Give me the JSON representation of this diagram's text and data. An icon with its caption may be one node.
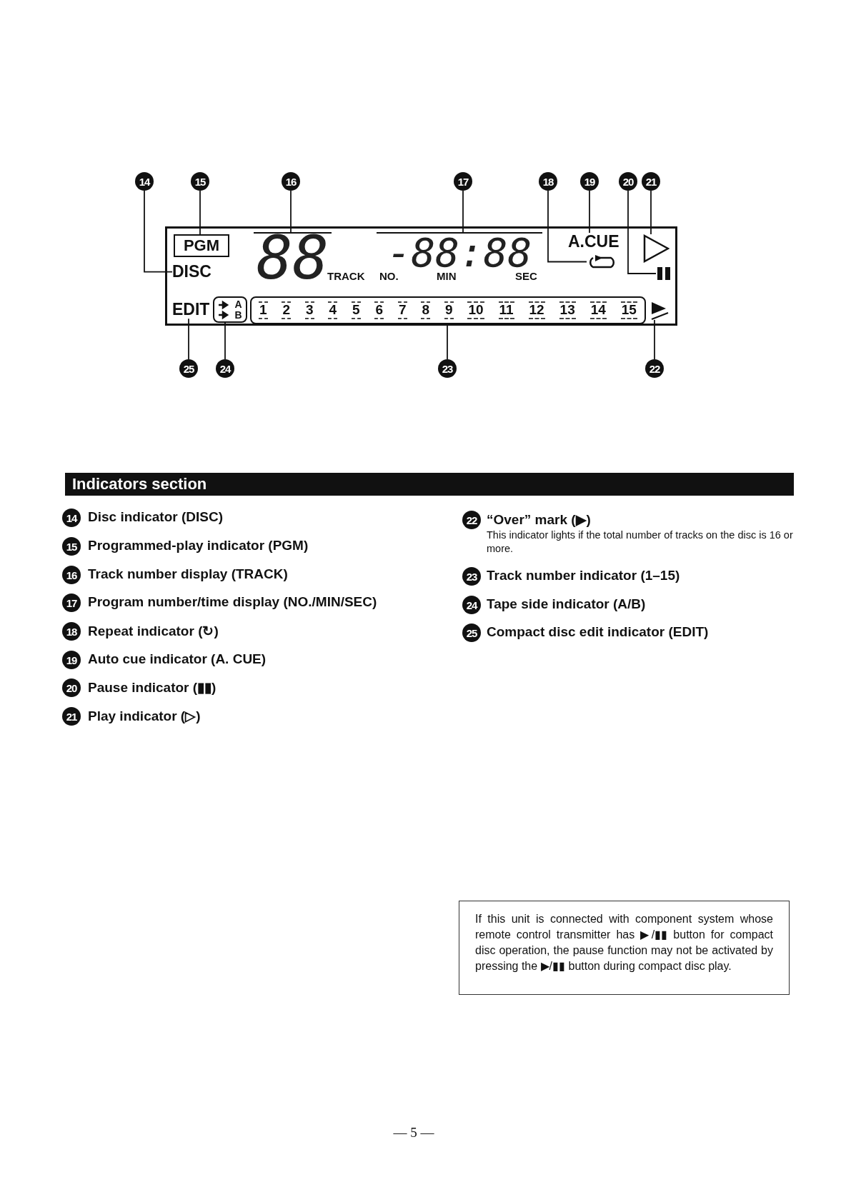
{
  "diagram": {
    "nodes": [
      {
        "text": [],
        "shape": "box"
      },
      {
        "text": [
          "PGM"
        ],
        "in": 0
      },
      {
        "text": [
          "DISC"
        ],
        "in": 0
      },
      {
        "text": [
          "88"
        ],
        "in": 0
      },
      {
        "text": [
          "-88:88"
        ],
        "in": 0
      },
      {
        "text": [
          "A.CUE"
        ],
        "in": 0
      },
      {
        "text": [],
        "shape": "loop",
        "in": 0
      },
      {
        "text": [],
        "shape": "triangle",
        "in": 0
      },
      {
        "text": [],
        "shape": "bar",
        "in": 0
      },
      {
        "text": [
          "EDIT"
        ],
        "in": 0
      },
      {
        "text": [
          "A",
          "B"
        ],
        "in": 0
      },
      {
        "text": [
          "1",
          "2",
          "3",
          "4",
          "5",
          "6",
          "7",
          "8",
          "9",
          "10",
          "11",
          "12",
          "13",
          "14",
          "15"
        ],
        "in": 0
      },
      {
        "text": [],
        "shape": "triangle",
        "in": 0
      },
      {
        "text": [
          "14"
        ]
      },
      {
        "text": [
          "15"
        ]
      },
      {
        "text": [
          "16"
        ]
      },
      {
        "text": [
          "17"
        ]
      },
      {
        "text": [
          "18"
        ]
      },
      {
        "text": [
          "19"
        ]
      },
      {
        "text": [
          "20"
        ]
      },
      {
        "text": [
          "21"
        ]
      },
      {
        "text": [
          "22"
        ]
      },
      {
        "text": [
          "23"
        ]
      },
      {
        "text": [
          "24"
        ]
      },
      {
        "text": [
          "25"
        ]
      },
      {
        "text": [
          "14"
        ]
      },
      {
        "text": [
          "15"
        ]
      },
      {
        "text": [
          "16"
        ]
      },
      {
        "text": [
          "17"
        ]
      },
      {
        "text": [
          "18"
        ]
      },
      {
        "text": [
          "19"
        ]
      },
      {
        "text": [
          "20"
        ]
      },
      {
        "text": [
          "21"
        ]
      },
      {
        "text": [
          "22"
        ]
      },
      {
        "text": [
          "23"
        ]
      },
      {
        "text": [
          "24"
        ]
      },
      {
        "text": [
          "25"
        ]
      }
    ],
    "edges": [
      {
        "from": 13,
        "to": 2,
        "arrow": "none"
      },
      {
        "from": 14,
        "to": 1,
        "arrow": "none"
      },
      {
        "from": 15,
        "to": 3,
        "arrow": "none"
      },
      {
        "from": 16,
        "to": 4,
        "arrow": "none"
      },
      {
        "from": 17,
        "to": 6,
        "arrow": "none"
      },
      {
        "from": 18,
        "to": 5,
        "arrow": "none"
      },
      {
        "from": 19,
        "to": 8,
        "arrow": "none"
      },
      {
        "from": 20,
        "to": 7,
        "arrow": "none"
      },
      {
        "from": 21,
        "to": 12,
        "arrow": "none"
      },
      {
        "from": 22,
        "to": 11,
        "arrow": "none"
      },
      {
        "from": 23,
        "to": 10,
        "arrow": "none"
      },
      {
        "from": 24,
        "to": 9,
        "arrow": "none"
      }
    ],
    "labels": [
      "TRACK",
      "NO.",
      "MIN",
      "SEC",
      "Indicators section",
      "Disc indicator (DISC)",
      "Programmed-play indicator (PGM)",
      "Track number display (TRACK)",
      "Program number/time display (NO./MIN/SEC)",
      "Repeat indicator (↻)",
      "Auto cue indicator (A. CUE)",
      "Pause indicator (▮▮)",
      "Play indicator (▷)",
      "“Over” mark (▶)",
      "This indicator lights if the total number of tracks on the disc is 16 or more.",
      "Track number indicator (1–15)",
      "Tape side indicator (A/B)",
      "Compact disc edit indicator (EDIT)",
      "If this unit is connected with component system whose remote control transmitter has ▶/▮▮ button for compact disc operation, the pause function may not be activated by pressing the ▶/▮▮ button during compact disc play.",
      "— 5 —"
    ]
  }
}
